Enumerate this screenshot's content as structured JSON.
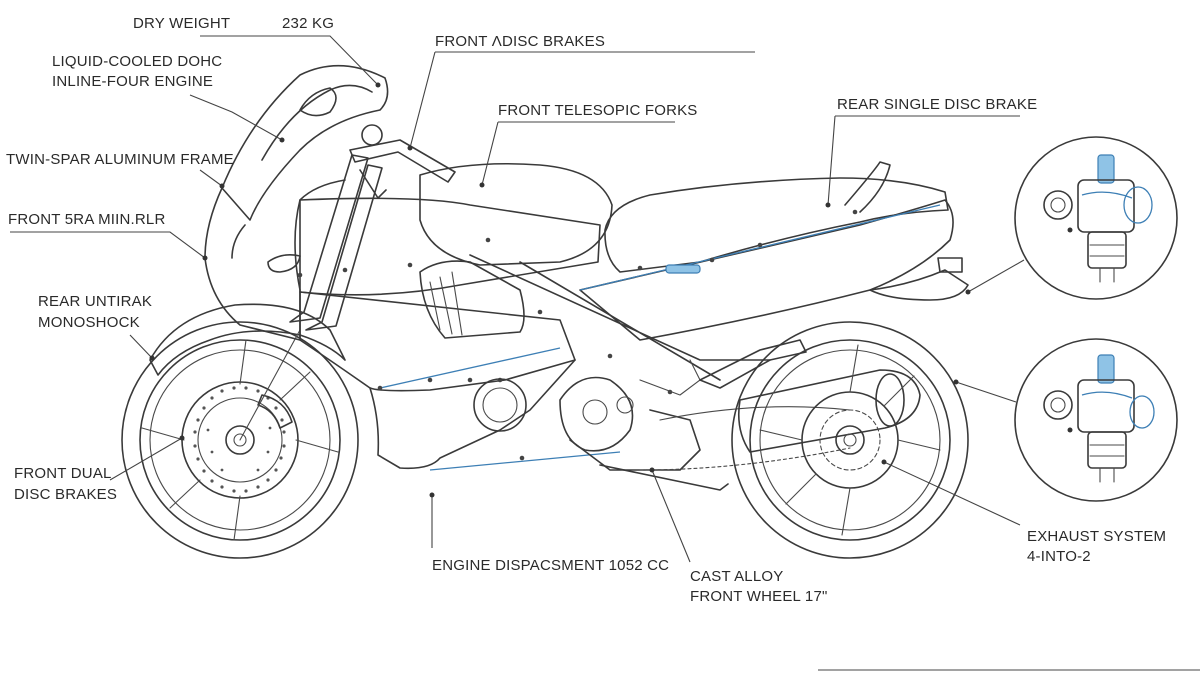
{
  "labels": {
    "dry_weight": "DRY WEIGHT",
    "dry_weight_value": "232 KG",
    "engine_line1": "LIQUID-COOLED DOHC",
    "engine_line2": "INLINE-FOUR ENGINE",
    "frame": "TWIN-SPAR ALUMINUM FRAME",
    "front_fender": "FRONT 5RA MIIN.RLR",
    "rear_shock_line1": "REAR UNTIRAK",
    "rear_shock_line2": "MONOSHOCK",
    "front_dual_line1": "FRONT DUAL",
    "front_dual_line2": "DISC BRAKES",
    "front_disc_top": "FRONT ΛDISC BRAKES",
    "front_forks": "FRONT TELESOPIC FORKS",
    "rear_brake": "REAR SINGLE DISC BRAKE",
    "displacement": "ENGINE DISPACSMENT  1052 CC",
    "wheel_line1": "CAST ALLOY",
    "wheel_line2": "FRONT WHEEL 17\"",
    "exhaust_line1": "EXHAUST SYSTEM",
    "exhaust_line2": "4-INTO-2"
  },
  "colors": {
    "ink": "#3a3a3a",
    "accent": "#3d7fb5",
    "accent_light": "#8fc3e6"
  },
  "icons": [
    "carburetor-detail-icon",
    "carburetor-detail-icon"
  ]
}
